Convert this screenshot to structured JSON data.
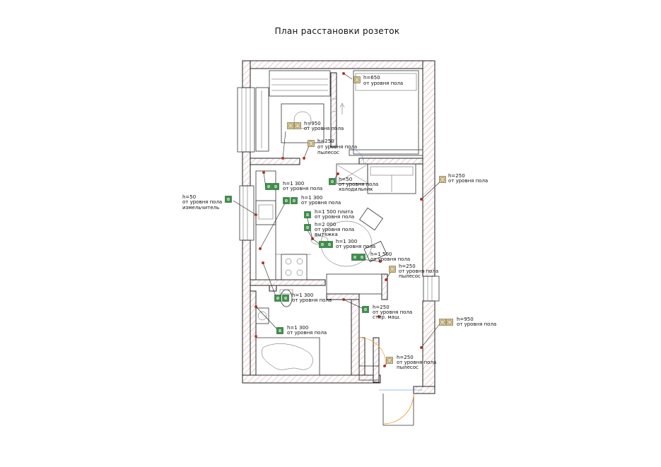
{
  "title": "План расстановки розеток",
  "colors": {
    "wall_hatch": "#e7b1b6",
    "socket_green": "#3a9a4a",
    "socket_beige": "#d8c48f",
    "marker_red": "#c0392b",
    "door_arc": "#f0a030"
  },
  "annotations": [
    {
      "id": "a1",
      "line1": "h=650",
      "line2": "от уровня пола",
      "line3": ""
    },
    {
      "id": "a2",
      "line1": "h=950",
      "line2": "от уровня пола",
      "line3": ""
    },
    {
      "id": "a3",
      "line1": "h=250",
      "line2": "от уровня пола",
      "line3": "пылесос"
    },
    {
      "id": "a4",
      "line1": "h=250",
      "line2": "от уровня пола",
      "line3": ""
    },
    {
      "id": "a5",
      "line1": "h=50",
      "line2": "от уровня пола",
      "line3": "холодильник"
    },
    {
      "id": "a6",
      "line1": "h=1 300",
      "line2": "от уровня пола",
      "line3": ""
    },
    {
      "id": "a7",
      "line1": "h=50",
      "line2": "от уровня пола",
      "line3": "измельчитель"
    },
    {
      "id": "a8",
      "line1": "h=1 300",
      "line2": "от уровня пола",
      "line3": ""
    },
    {
      "id": "a9",
      "line1": "h=1 500 плита",
      "line2": "от уровня пола",
      "line3": ""
    },
    {
      "id": "a10",
      "line1": "h=2 000",
      "line2": "от уровня пола",
      "line3": "вытяжка"
    },
    {
      "id": "a11",
      "line1": "h=1 300",
      "line2": "от уровня пола",
      "line3": ""
    },
    {
      "id": "a12",
      "line1": "h=1 500",
      "line2": "от уровня пола",
      "line3": ""
    },
    {
      "id": "a13",
      "line1": "h=250",
      "line2": "от уровня пола",
      "line3": "пылесос"
    },
    {
      "id": "a14",
      "line1": "h=1 300",
      "line2": "от уровня пола",
      "line3": ""
    },
    {
      "id": "a15",
      "line1": "h=250",
      "line2": "от уровня пола",
      "line3": "стир. маш."
    },
    {
      "id": "a16",
      "line1": "h=950",
      "line2": "от уровня пола",
      "line3": ""
    },
    {
      "id": "a17",
      "line1": "h=1 300",
      "line2": "от уровня пола",
      "line3": ""
    },
    {
      "id": "a18",
      "line1": "h=250",
      "line2": "от уровня пола",
      "line3": "пылесос"
    }
  ]
}
